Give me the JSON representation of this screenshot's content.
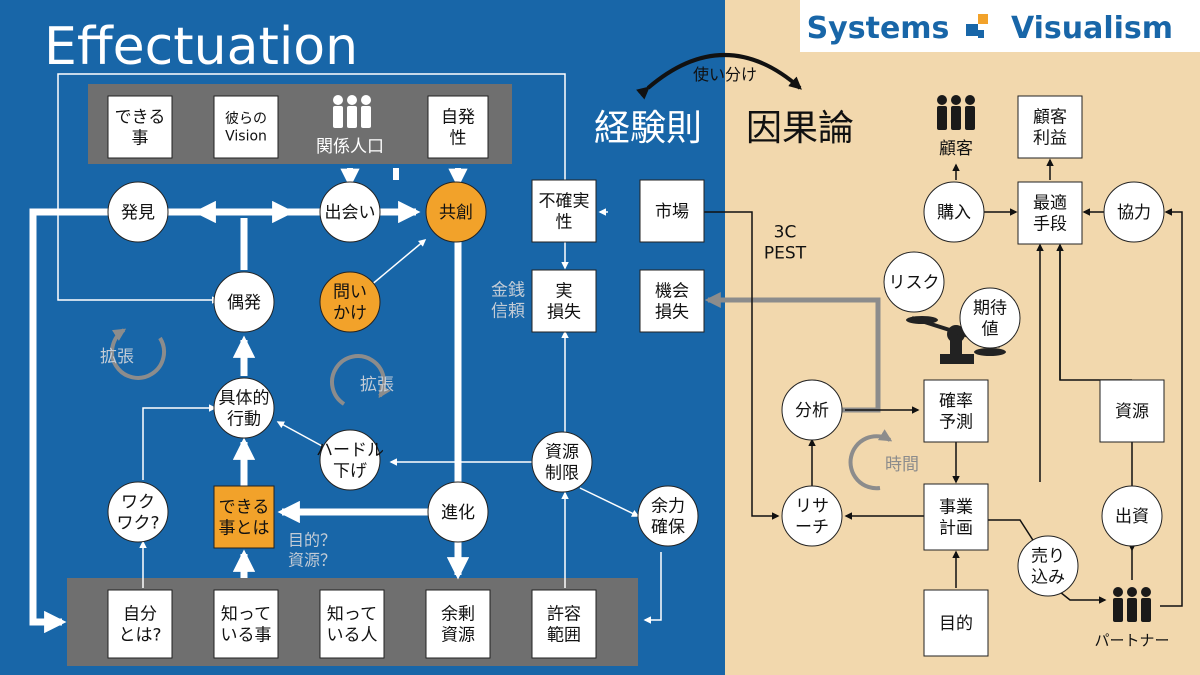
{
  "title": "Effectuation",
  "brand": {
    "left": "Systems",
    "right": "Visualism"
  },
  "colors": {
    "blue": "#1866a8",
    "beige": "#f2d8ad",
    "orange": "#f2a22a",
    "gray_panel": "#6f6f6f",
    "arrow_gray": "#8c8c8c"
  },
  "use_properly": "使い分け",
  "heading_left": "経験則",
  "heading_right": "因果論",
  "top_panel": {
    "dekiru": "できる\n事",
    "vision": "彼らの\nVision",
    "kankei": "関係人口",
    "jihatsu": "自発\n性"
  },
  "bottom_panel": {
    "jibun": "自分\nとは?",
    "shitteiru_koto": "知って\nいる事",
    "shitteiru_hito": "知って\nいる人",
    "yojo": "余剰\n資源",
    "kyoyo": "許容\n範囲"
  },
  "effectuation_nodes": {
    "hakken": "発見",
    "deai": "出会い",
    "kyoso": "共創",
    "guhatsu": "偶発",
    "toikake": "問い\nかけ",
    "gutaiteki": "具体的\n行動",
    "hurdle": "ハードル\n下げ",
    "wakuwaku": "ワク\nワク?",
    "dekiru_towa": "できる\n事とは",
    "shinka": "進化",
    "shigen_seigen": "資源\n制限",
    "yoryoku": "余力\n確保"
  },
  "expand_label": "拡張",
  "purpose_note": "目的？\n資源？",
  "middle": {
    "fukakujitsu": "不確実\n性",
    "jitsu_sonshitsu": "実\n損失",
    "kinsen": "金銭\n信頼",
    "shijo": "市場",
    "kikai_sonshitsu": "機会\n損失",
    "framework": "3C\nPEST"
  },
  "causal_nodes": {
    "kokyaku": "顧客",
    "kokyaku_rieki": "顧客\n利益",
    "konyu": "購入",
    "saiteki": "最適\n手段",
    "kyoryoku": "協力",
    "risk": "リスク",
    "kitaichi": "期待\n値",
    "bunseki": "分析",
    "kakuritsu": "確率\n予測",
    "shigen": "資源",
    "jikan": "時間",
    "research": "リサ\nーチ",
    "jigyo": "事業\n計画",
    "shusshi": "出資",
    "urikomi": "売り\n込み",
    "mokuteki": "目的",
    "partner": "パートナー"
  }
}
